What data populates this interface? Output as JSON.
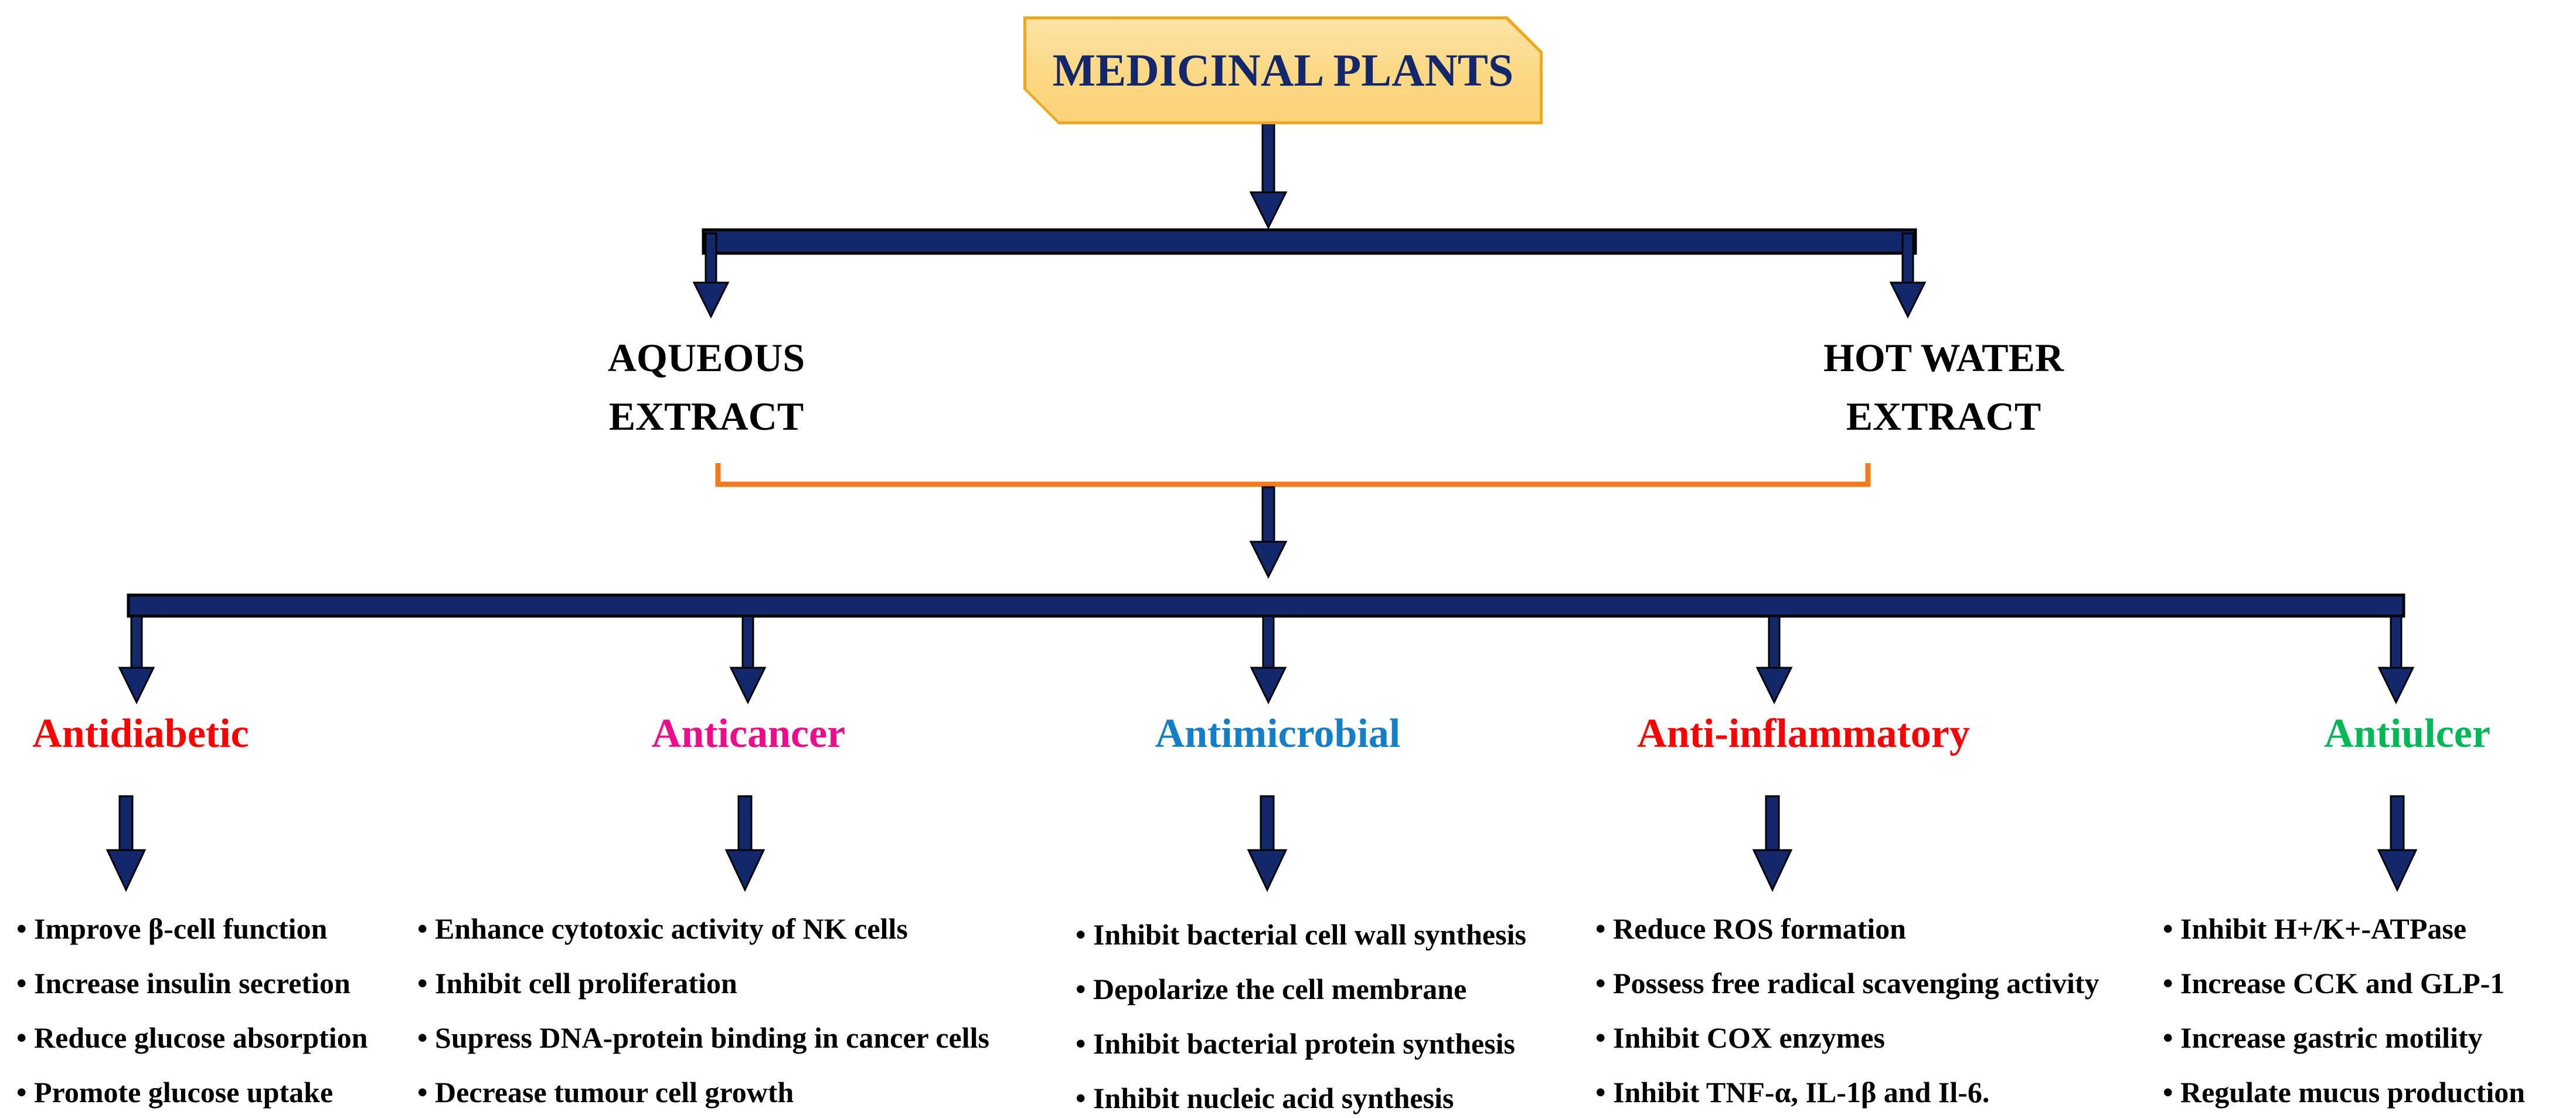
{
  "title": "MEDICINAL PLANTS",
  "extracts": {
    "left": "AQUEOUS\nEXTRACT",
    "right": "HOT WATER\nEXTRACT"
  },
  "branches": [
    {
      "label": "Antidiabetic",
      "color": "#FE0000",
      "items": [
        "Improve β-cell function",
        "Increase insulin secretion",
        "Reduce glucose absorption",
        "Promote glucose uptake"
      ]
    },
    {
      "label": "Anticancer",
      "color": "#EC0C8C",
      "items": [
        "Enhance cytotoxic activity of NK cells",
        "Inhibit cell proliferation",
        "Supress DNA-protein binding in cancer cells",
        "Decrease tumour cell growth"
      ]
    },
    {
      "label": "Antimicrobial",
      "color": "#147EC8",
      "items": [
        "Inhibit bacterial cell wall synthesis",
        "Depolarize the cell membrane",
        "Inhibit bacterial protein synthesis",
        "Inhibit nucleic acid synthesis"
      ]
    },
    {
      "label": "Anti-inflammatory",
      "color": "#FE0000",
      "items": [
        "Reduce ROS formation",
        "Possess free radical scavenging activity",
        "Inhibit COX enzymes",
        "Inhibit TNF-α, IL-1β and Il-6."
      ]
    },
    {
      "label": "Antiulcer",
      "color": "#00B956",
      "items": [
        "Inhibit H+/K+-ATPase",
        "Increase CCK and GLP-1",
        "Increase gastric motility",
        "Regulate mucus production"
      ]
    }
  ],
  "colors": {
    "navy": "#13286B",
    "orange": "#F5791D",
    "gold-fill": "#FCD883",
    "gold-border": "#F0A81E",
    "red": "#FE0000",
    "magenta": "#EC0C8C",
    "blue": "#147EC8",
    "green": "#00B956"
  }
}
